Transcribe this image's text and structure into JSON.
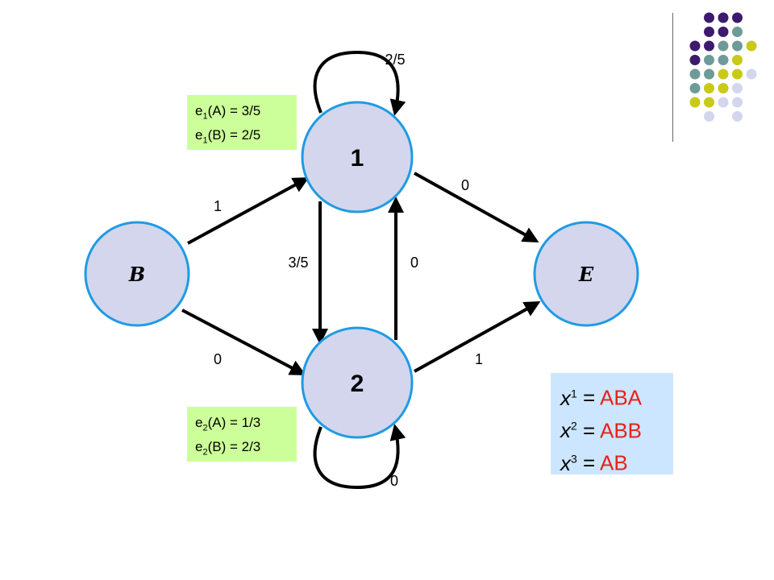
{
  "nodes": {
    "begin": {
      "label": "B"
    },
    "state1": {
      "label": "1"
    },
    "state2": {
      "label": "2"
    },
    "end": {
      "label": "E"
    }
  },
  "edges": {
    "self_1": "2/5",
    "begin_to_1": "1",
    "begin_to_2": "0",
    "s1_to_s2": "3/5",
    "s2_to_s1": "0",
    "s1_to_end": "0",
    "s2_to_end": "1",
    "self_2": "0"
  },
  "emissions": {
    "state1": {
      "a": {
        "prefix": "e",
        "sub": "1",
        "rest": "(A) = 3/5"
      },
      "b": {
        "prefix": "e",
        "sub": "1",
        "rest": "(B) = 2/5"
      }
    },
    "state2": {
      "a": {
        "prefix": "e",
        "sub": "2",
        "rest": "(A) = 1/3"
      },
      "b": {
        "prefix": "e",
        "sub": "2",
        "rest": "(B) = 2/3"
      }
    }
  },
  "sequences": [
    {
      "var": "x",
      "sup": "1",
      "eq": " = ",
      "value": "ABA"
    },
    {
      "var": "x",
      "sup": "2",
      "eq": " = ",
      "value": "ABB"
    },
    {
      "var": "x",
      "sup": "3",
      "eq": " = ",
      "value": "AB"
    }
  ],
  "colors": {
    "node_fill": "#d3d6ed",
    "node_stroke": "#1f9be3",
    "emission_bg": "#ccff99",
    "sequence_bg": "#cce6ff",
    "sequence_value": "#e8211b",
    "dots": [
      "#3d1a6e",
      "#6f9a9a",
      "#c9c91a",
      "#d3d6ed"
    ]
  }
}
